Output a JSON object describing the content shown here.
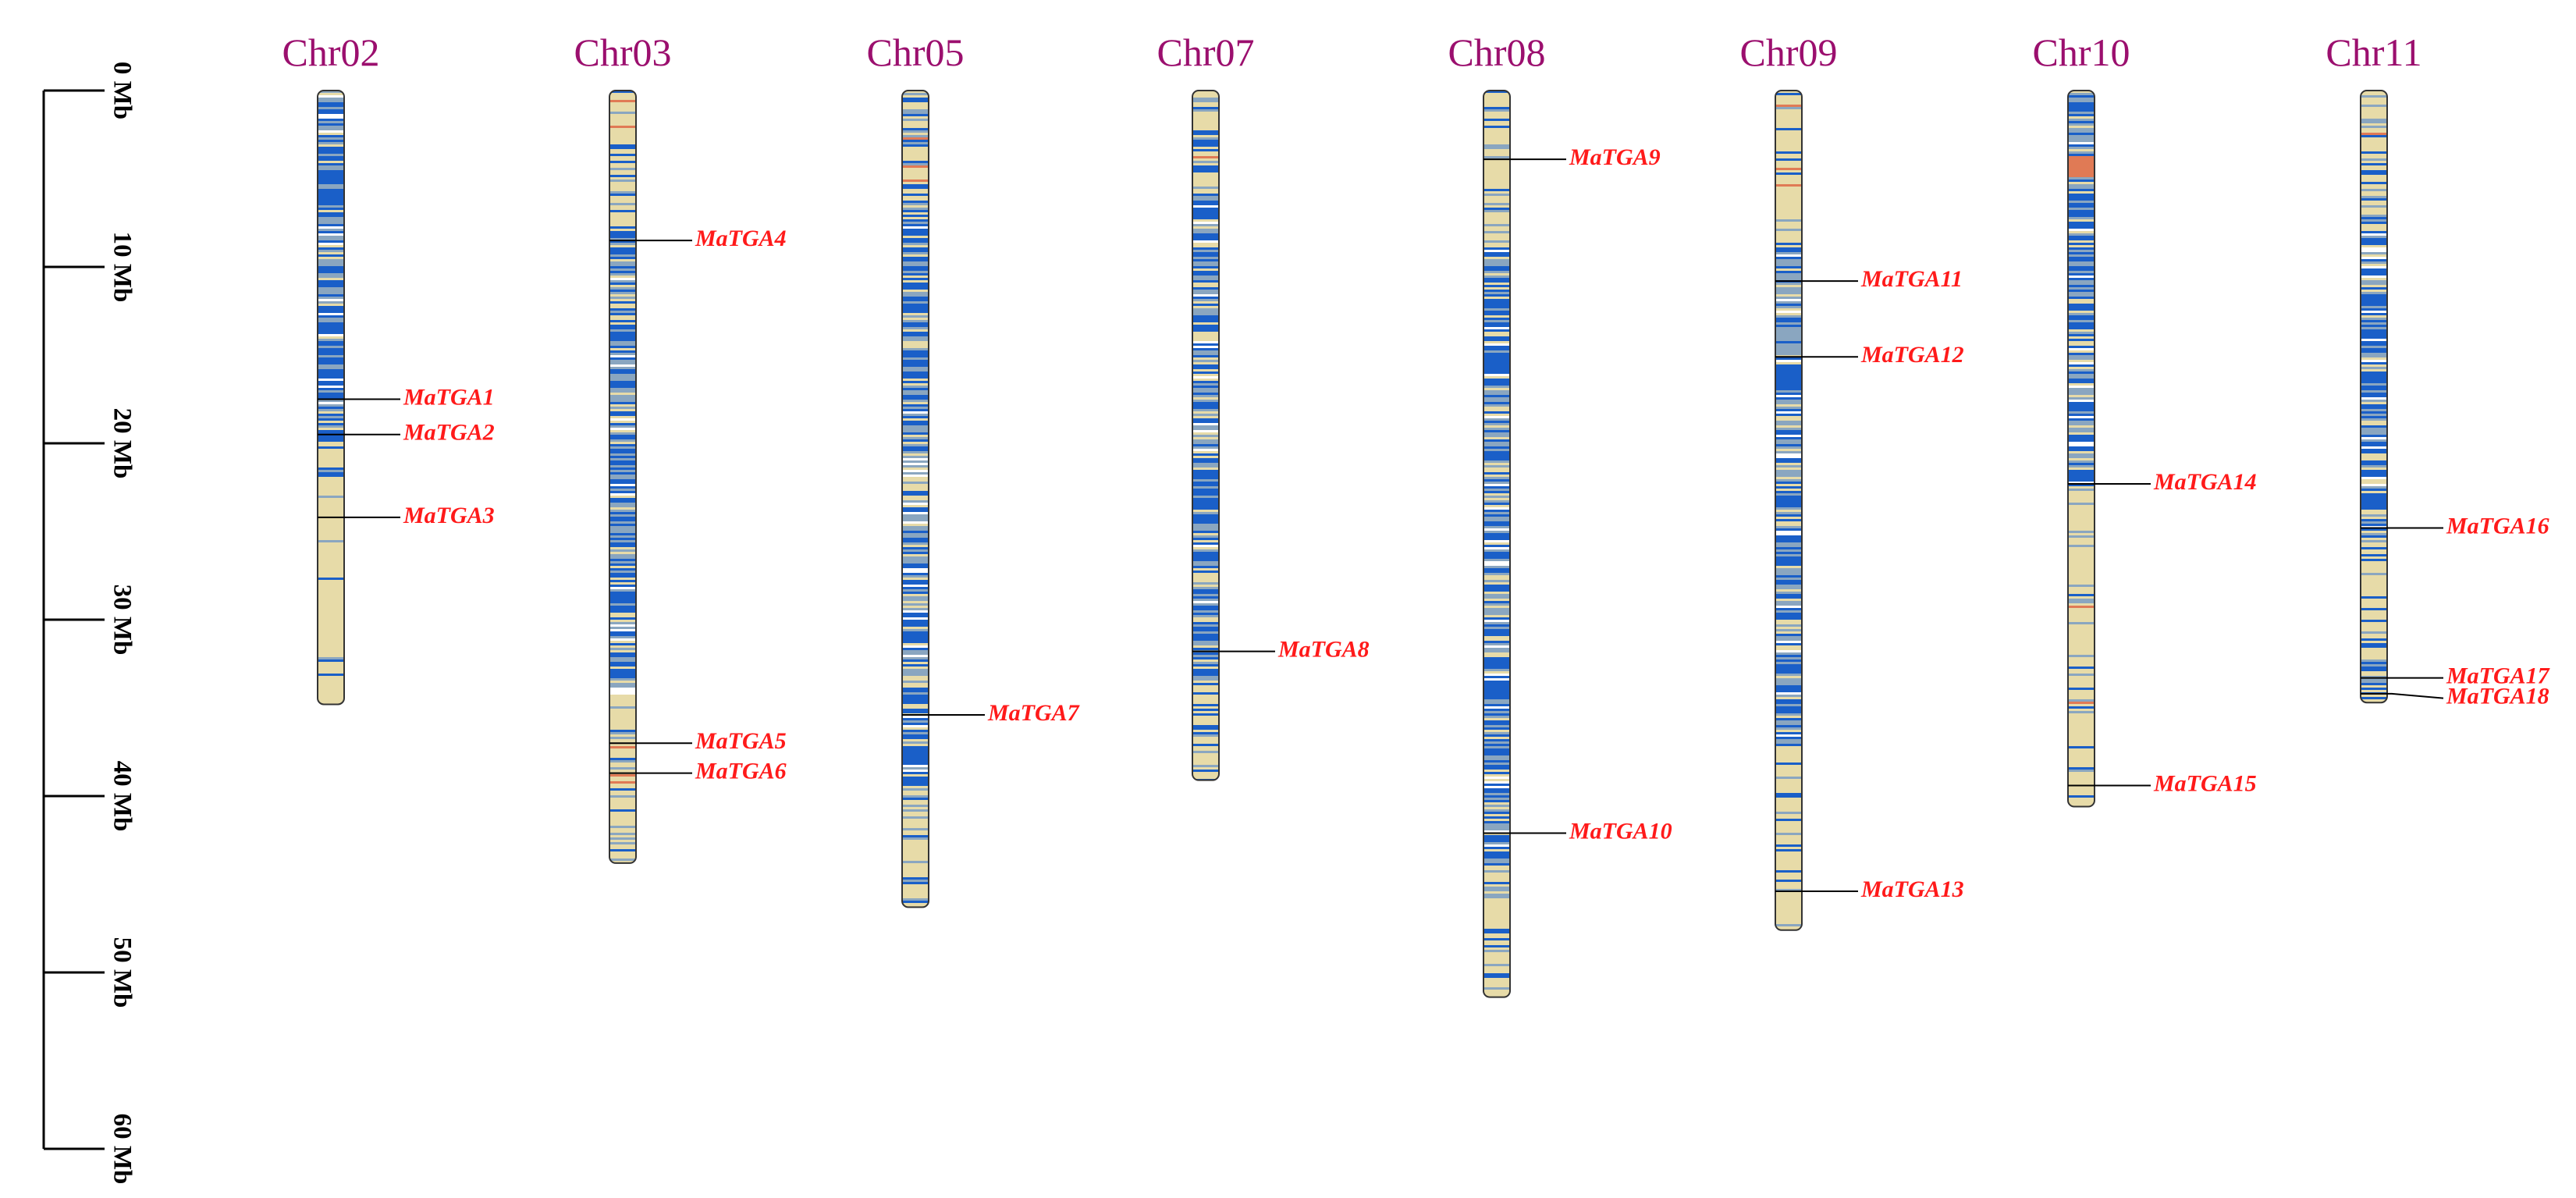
{
  "scale": {
    "unit": "Mb",
    "ticks": [
      {
        "value": 0,
        "label": "0 Mb"
      },
      {
        "value": 10,
        "label": "10 Mb"
      },
      {
        "value": 20,
        "label": "20 Mb"
      },
      {
        "value": 30,
        "label": "30 Mb"
      },
      {
        "value": 40,
        "label": "40 Mb"
      },
      {
        "value": 50,
        "label": "50 Mb"
      },
      {
        "value": 60,
        "label": "60 Mb"
      }
    ]
  },
  "colors": {
    "title": "#9b0f6e",
    "gene_label": "#ff1a1a",
    "density_high": "#1a5fc8",
    "density_mid": "#8aa6c0",
    "density_low": "#e7dba8",
    "density_hot": "#e07a55",
    "outline": "#333333"
  },
  "chromosomes": [
    {
      "name": "Chr02",
      "length_mb": 34.8,
      "profile": "blue_top",
      "genes": [
        {
          "name": "MaTGA1",
          "pos_mb": 17.5
        },
        {
          "name": "MaTGA2",
          "pos_mb": 19.5
        },
        {
          "name": "MaTGA3",
          "pos_mb": 24.2
        }
      ]
    },
    {
      "name": "Chr03",
      "length_mb": 43.8,
      "profile": "blue_mid",
      "genes": [
        {
          "name": "MaTGA4",
          "pos_mb": 8.5
        },
        {
          "name": "MaTGA5",
          "pos_mb": 37.0
        },
        {
          "name": "MaTGA6",
          "pos_mb": 38.7
        }
      ]
    },
    {
      "name": "Chr05",
      "length_mb": 46.3,
      "profile": "blue_center",
      "genes": [
        {
          "name": "MaTGA7",
          "pos_mb": 35.4
        }
      ]
    },
    {
      "name": "Chr07",
      "length_mb": 39.1,
      "profile": "blue_center",
      "genes": [
        {
          "name": "MaTGA8",
          "pos_mb": 31.8
        }
      ]
    },
    {
      "name": "Chr08",
      "length_mb": 51.4,
      "profile": "blue_center",
      "genes": [
        {
          "name": "MaTGA9",
          "pos_mb": 3.9
        },
        {
          "name": "MaTGA10",
          "pos_mb": 42.1
        }
      ]
    },
    {
      "name": "Chr09",
      "length_mb": 47.6,
      "profile": "blue_mid",
      "genes": [
        {
          "name": "MaTGA11",
          "pos_mb": 10.8
        },
        {
          "name": "MaTGA12",
          "pos_mb": 15.1
        },
        {
          "name": "MaTGA13",
          "pos_mb": 45.4
        }
      ]
    },
    {
      "name": "Chr10",
      "length_mb": 40.6,
      "profile": "blue_top_hot",
      "genes": [
        {
          "name": "MaTGA14",
          "pos_mb": 22.3
        },
        {
          "name": "MaTGA15",
          "pos_mb": 39.4
        }
      ]
    },
    {
      "name": "Chr11",
      "length_mb": 34.7,
      "profile": "blue_upper",
      "genes": [
        {
          "name": "MaTGA16",
          "pos_mb": 24.8
        },
        {
          "name": "MaTGA17",
          "pos_mb": 33.3
        },
        {
          "name": "MaTGA18",
          "pos_mb": 34.2
        }
      ]
    }
  ]
}
